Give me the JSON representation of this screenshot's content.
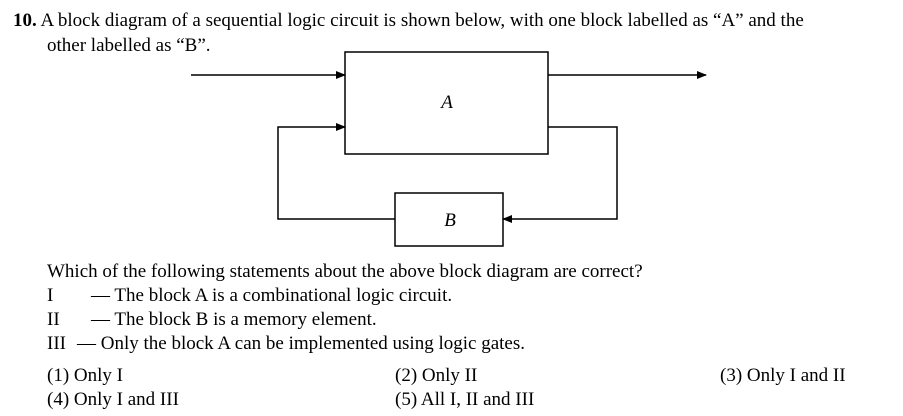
{
  "question": {
    "number": "10.",
    "line1": "A block diagram of a sequential logic circuit is shown below, with one block labelled as “A” and the",
    "line2": "other labelled as “B”."
  },
  "diagram": {
    "block_a_label": "A",
    "block_b_label": "B"
  },
  "prompt": "Which of the following statements about the above block diagram are correct?",
  "statements": [
    {
      "roman": "I",
      "text": "— The block A is a combinational logic circuit."
    },
    {
      "roman": "II",
      "text": "— The block B is a memory element."
    },
    {
      "roman": "III",
      "text": "— Only the block A can be implemented using logic gates."
    }
  ],
  "options": [
    "(1) Only I",
    "(2) Only II",
    "(3) Only I and II",
    "(4) Only I and III",
    "(5) All I, II and III"
  ]
}
